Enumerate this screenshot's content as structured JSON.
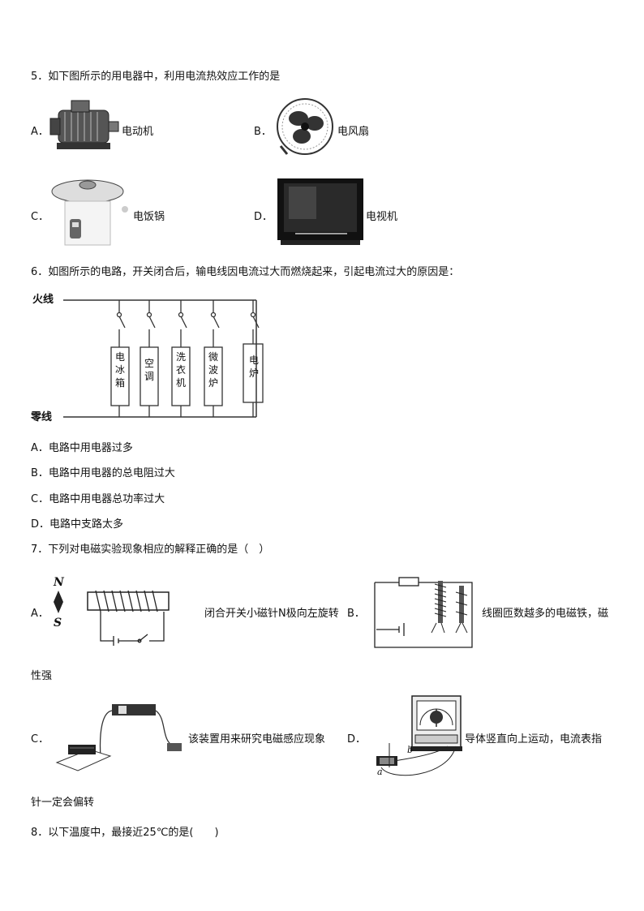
{
  "q5": {
    "stem": "5．如下图所示的用电器中，利用电流热效应工作的是",
    "options": [
      {
        "letter": "A．",
        "text": "电动机"
      },
      {
        "letter": "B．",
        "text": "电风扇"
      },
      {
        "letter": "C．",
        "text": "电饭锅"
      },
      {
        "letter": "D．",
        "text": "电视机"
      }
    ]
  },
  "q6": {
    "stem": "6．如图所示的电路，开关闭合后，输电线因电流过大而燃烧起来，引起电流过大的原因是：",
    "figure": {
      "live_wire": "火线",
      "neutral_wire": "零线",
      "appliances": [
        "电冰箱",
        "空调",
        "洗衣机",
        "微波炉",
        "电炉"
      ]
    },
    "options": [
      {
        "text": "A．电路中用电器过多"
      },
      {
        "text": "B．电路中用电器的总电阻过大"
      },
      {
        "text": "C．电路中用电器总功率过大"
      },
      {
        "text": "D．电路中支路太多"
      }
    ]
  },
  "q7": {
    "stem": "7．下列对电磁实验现象相应的解释正确的是（　）",
    "options": [
      {
        "letter": "A．",
        "text": "闭合开关小磁针N极向左旋转"
      },
      {
        "letter": "B．",
        "text": "线圈匝数越多的电磁铁，磁",
        "text_cont": "性强"
      },
      {
        "letter": "C．",
        "text": "该装置用来研究电磁感应现象"
      },
      {
        "letter": "D．",
        "text": "导体竖直向上运动，电流表指",
        "text_cont": "针一定会偏转"
      }
    ],
    "fig_labels": {
      "n": "N",
      "s": "S",
      "a": "a",
      "b": "b"
    }
  },
  "q8": {
    "stem": "8．以下温度中，最接近25℃的是(　　)"
  }
}
